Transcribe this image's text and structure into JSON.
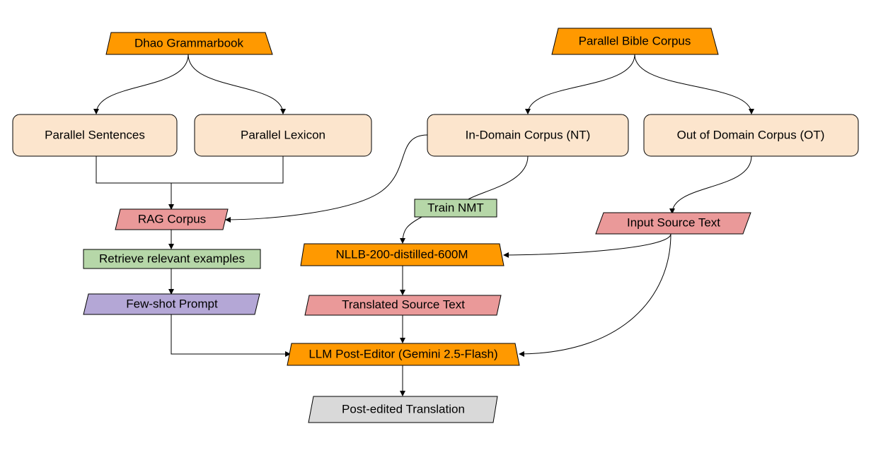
{
  "colors": {
    "orange": "#ff9900",
    "peach": "#fce5cd",
    "pink": "#ea9999",
    "green": "#b6d7a8",
    "purple": "#b4a7d6",
    "gray": "#d9d9d9"
  },
  "nodes": {
    "dhao_grammarbook": "Dhao Grammarbook",
    "parallel_bible_corpus": "Parallel Bible Corpus",
    "parallel_sentences": "Parallel Sentences",
    "parallel_lexicon": "Parallel Lexicon",
    "in_domain_corpus": "In-Domain Corpus (NT)",
    "out_of_domain_corpus": "Out of Domain Corpus (OT)",
    "rag_corpus": "RAG Corpus",
    "train_nmt": "Train NMT",
    "input_source_text": "Input Source Text",
    "retrieve_examples": "Retrieve relevant examples",
    "nllb_model": "NLLB-200-distilled-600M",
    "few_shot_prompt": "Few-shot Prompt",
    "translated_source_text": "Translated Source Text",
    "llm_post_editor": "LLM Post-Editor (Gemini 2.5-Flash)",
    "post_edited_translation": "Post-edited Translation"
  }
}
